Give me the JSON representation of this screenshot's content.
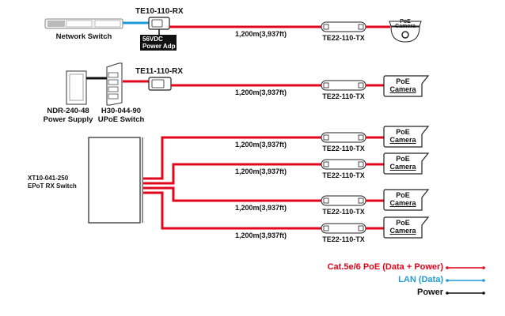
{
  "colors": {
    "poe": "#e1061b",
    "lan": "#1e9ad6",
    "power": "#111111"
  },
  "rows": [
    {
      "rx_label": "TE10-110-RX",
      "distance": "1,200m(3,937ft)",
      "tx_label": "TE22-110-TX",
      "camera_label": [
        "PoE",
        "Camera"
      ],
      "camera_type": "dome"
    },
    {
      "rx_label": "TE11-110-RX",
      "distance": "1,200m(3,937ft)",
      "tx_label": "TE22-110-TX",
      "camera_label": [
        "PoE",
        "Camera"
      ],
      "camera_type": "box"
    }
  ],
  "devices": {
    "network_switch": "Network Switch",
    "power_adapter": [
      "56VDC",
      "Power Adp"
    ],
    "power_supply": [
      "NDR-240-48",
      "Power Supply"
    ],
    "upoe_switch": [
      "H30-044-90",
      "UPoE Switch"
    ],
    "epot_switch": [
      "XT10-041-250",
      "EPoT RX Switch"
    ]
  },
  "epot_branches": [
    {
      "distance": "1,200m(3,937ft)",
      "tx_label": "TE22-110-TX",
      "camera_label": [
        "PoE",
        "Camera"
      ]
    },
    {
      "distance": "1,200m(3,937ft)",
      "tx_label": "TE22-110-TX",
      "camera_label": [
        "PoE",
        "Camera"
      ]
    },
    {
      "distance": "1,200m(3,937ft)",
      "tx_label": "TE22-110-TX",
      "camera_label": [
        "PoE",
        "Camera"
      ]
    },
    {
      "distance": "1,200m(3,937ft)",
      "tx_label": "TE22-110-TX",
      "camera_label": [
        "PoE",
        "Camera"
      ]
    }
  ],
  "legend": [
    {
      "label": "Cat.5e/6 PoE (Data + Power)",
      "type": "poe"
    },
    {
      "label": "LAN (Data)",
      "type": "lan"
    },
    {
      "label": "Power",
      "type": "power"
    }
  ]
}
